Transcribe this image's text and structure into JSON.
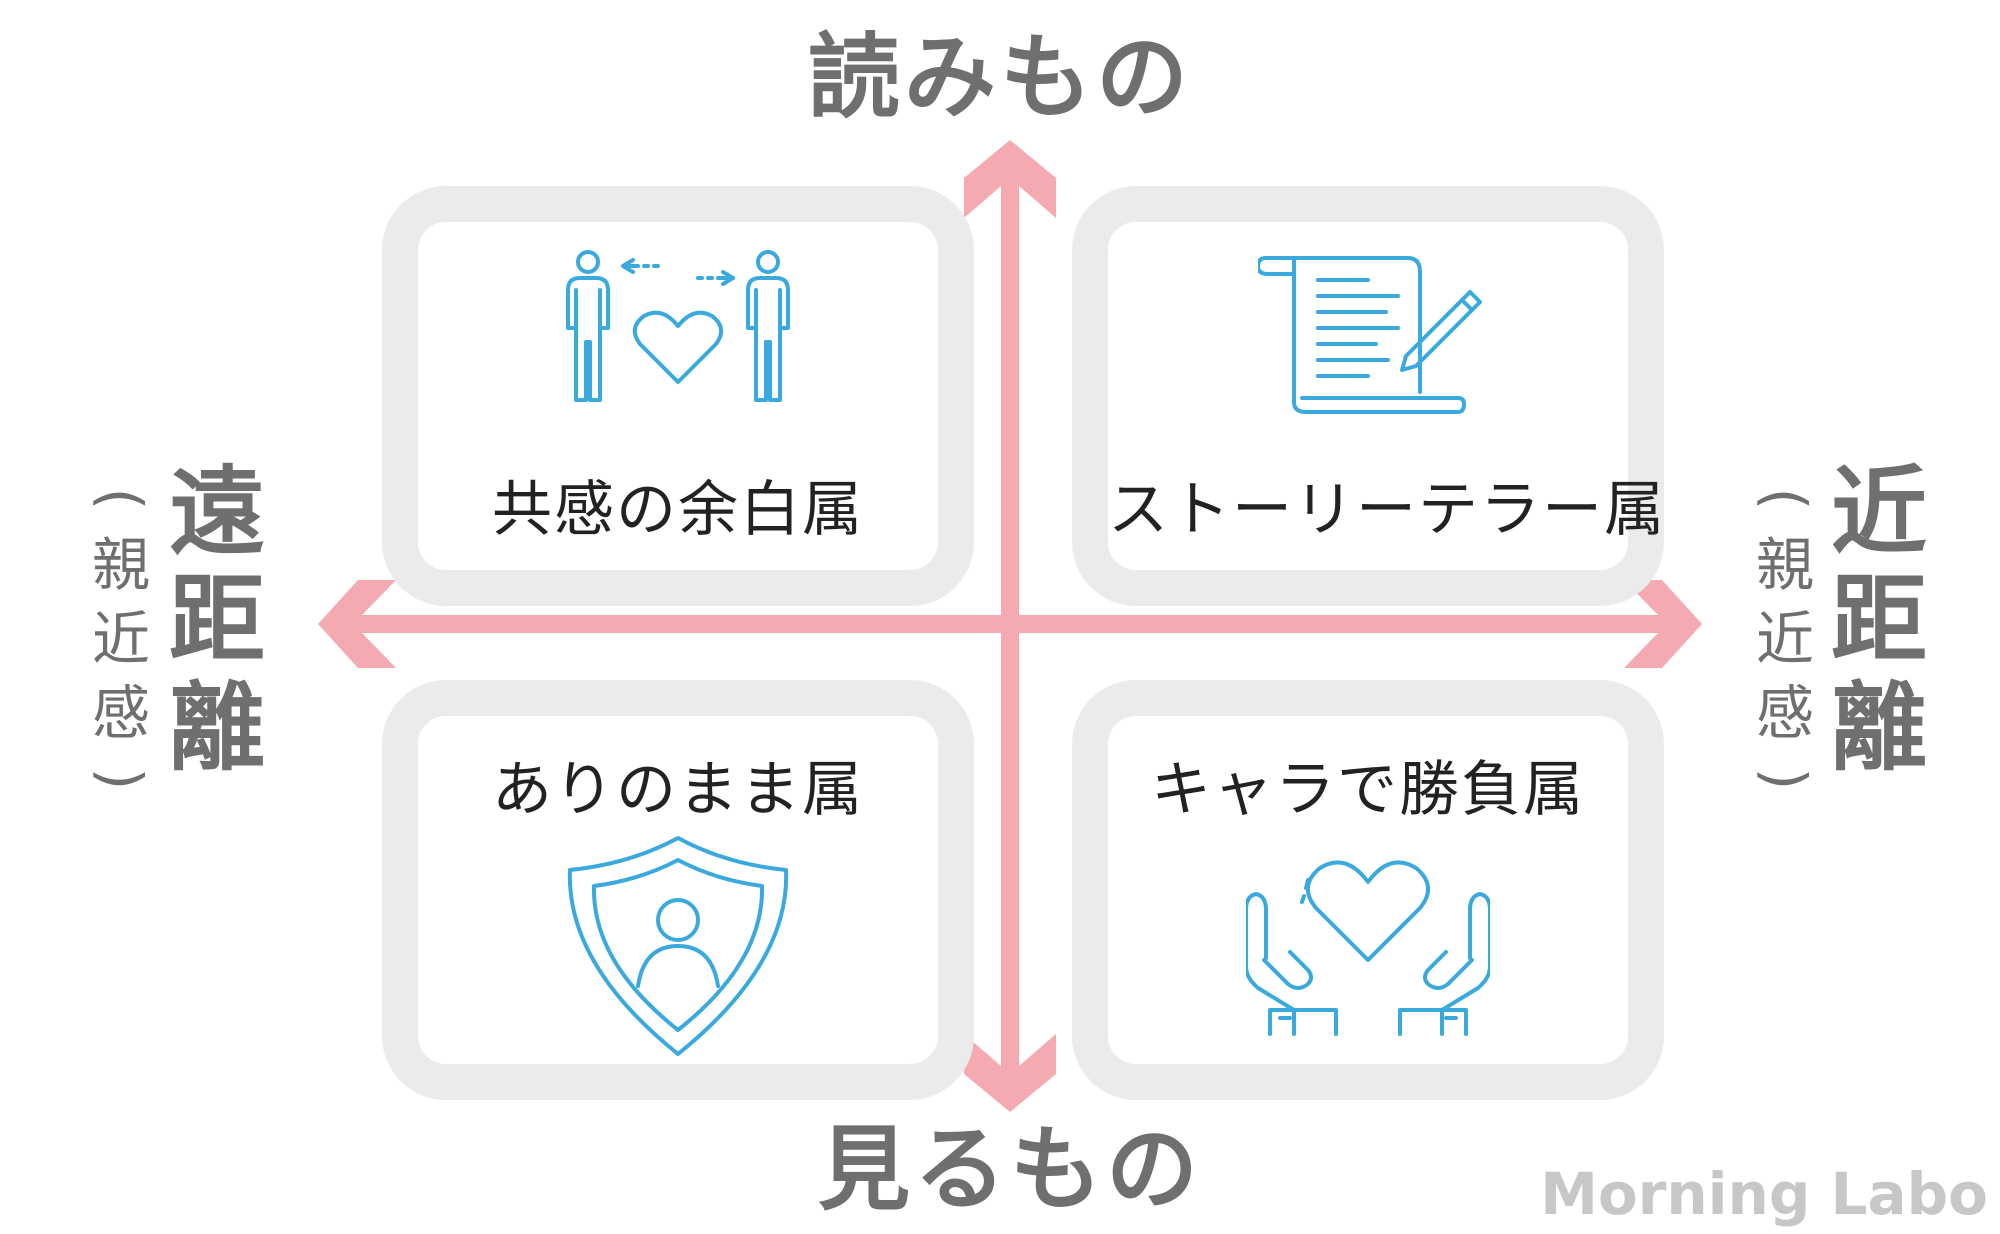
{
  "axes": {
    "top": "読みもの",
    "bottom": "見るもの",
    "left": {
      "main": "遠距離",
      "sub": "親近感"
    },
    "right": {
      "main": "近距離",
      "sub": "親近感"
    }
  },
  "quadrants": {
    "top_left": {
      "label": "共感の余白属",
      "icon": "empathy-people-heart-icon"
    },
    "top_right": {
      "label": "ストーリーテラー属",
      "icon": "scroll-pen-icon"
    },
    "bottom_left": {
      "label": "ありのまま属",
      "icon": "person-shield-icon"
    },
    "bottom_right": {
      "label": "キャラで勝負属",
      "icon": "hands-heart-icon"
    }
  },
  "brand": "Morning Labo",
  "colors": {
    "axis_arrow": "#f4aab0",
    "icon": "#3aa9de",
    "card_border": "#ebebeb",
    "label_gray": "#6f6f6f"
  }
}
